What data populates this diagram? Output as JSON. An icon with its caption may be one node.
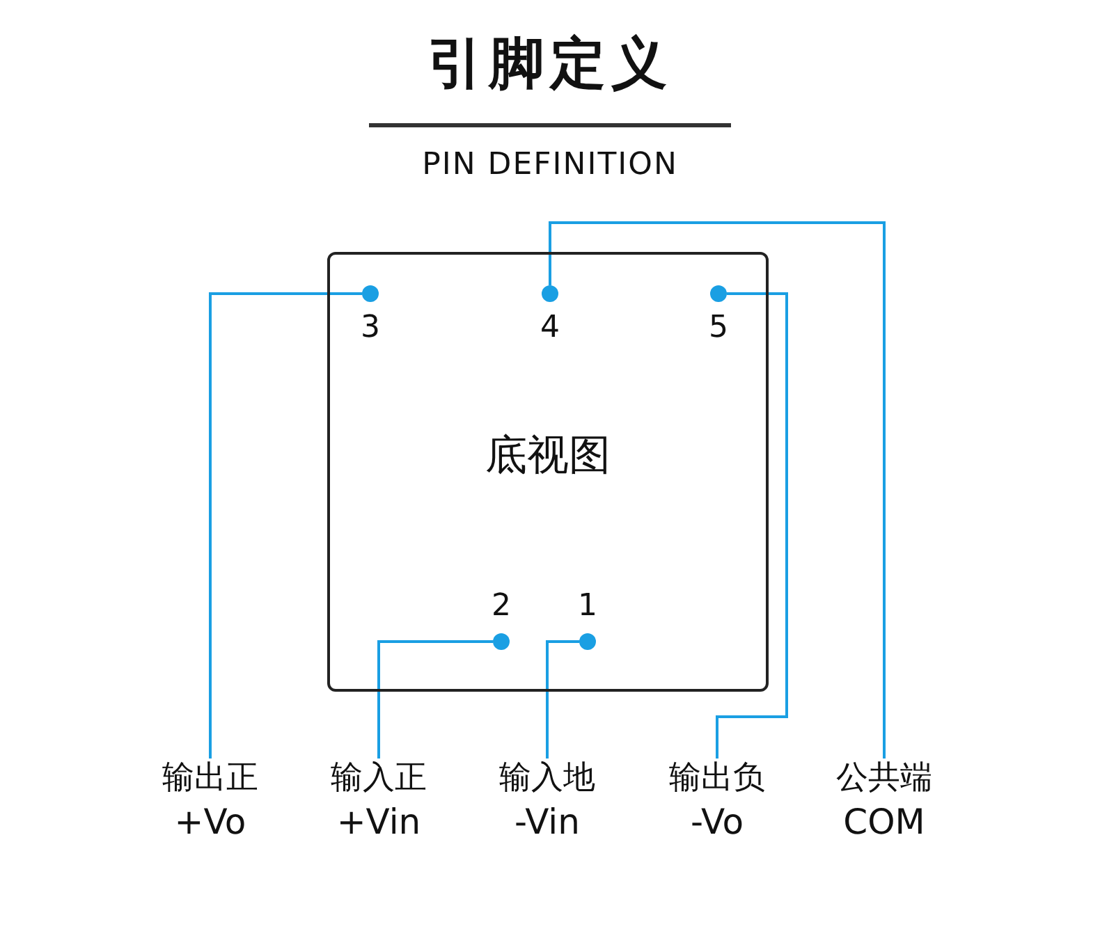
{
  "diagram": {
    "title": "引脚定义",
    "nodes": [
      {
        "text": [
          "底视图"
        ]
      },
      {
        "text": [],
        "shape": "circle",
        "in": 0,
        "beside": [
          "3"
        ]
      },
      {
        "text": [],
        "shape": "circle",
        "in": 0,
        "beside": [
          "4"
        ]
      },
      {
        "text": [],
        "shape": "circle",
        "in": 0,
        "beside": [
          "5"
        ]
      },
      {
        "text": [],
        "shape": "circle",
        "in": 0,
        "beside": [
          "2"
        ]
      },
      {
        "text": [],
        "shape": "circle",
        "in": 0,
        "beside": [
          "1"
        ]
      },
      {
        "text": [
          "输出正",
          "+Vo"
        ]
      },
      {
        "text": [
          "输入正",
          "+Vin"
        ]
      },
      {
        "text": [
          "输入地",
          "-Vin"
        ]
      },
      {
        "text": [
          "输出负",
          "-Vo"
        ]
      },
      {
        "text": [
          "公共端",
          "COM"
        ]
      }
    ],
    "edges": [
      {
        "from": 6,
        "to": 1,
        "arrow": "none"
      },
      {
        "from": 7,
        "to": 4,
        "arrow": "none"
      },
      {
        "from": 8,
        "to": 5,
        "arrow": "none"
      },
      {
        "from": 9,
        "to": 3,
        "arrow": "none"
      },
      {
        "from": 10,
        "to": 2,
        "arrow": "none"
      }
    ],
    "labels": [
      "PIN DEFINITION"
    ]
  }
}
